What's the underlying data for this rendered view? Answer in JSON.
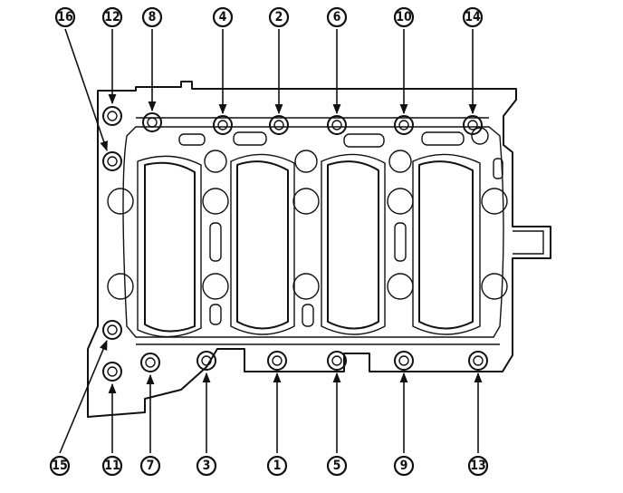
{
  "labels": {
    "top": [
      "16",
      "12",
      "8",
      "4",
      "2",
      "6",
      "10",
      "14"
    ],
    "bottom": [
      "15",
      "11",
      "7",
      "3",
      "1",
      "5",
      "9",
      "13"
    ]
  }
}
